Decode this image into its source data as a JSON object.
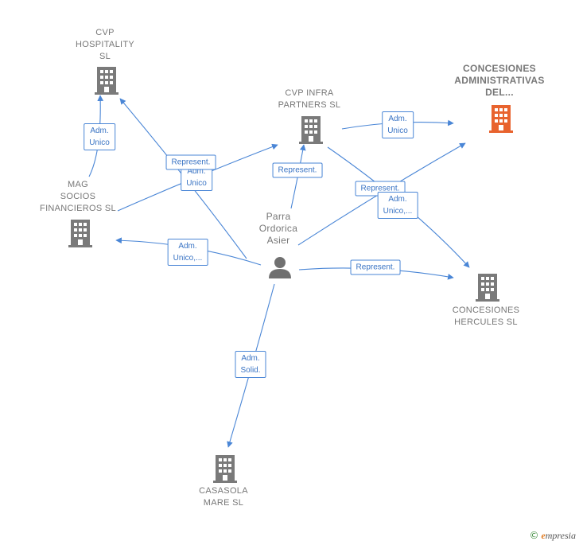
{
  "colors": {
    "edge": "#4a86d6",
    "building": "#7a7a7a",
    "building_highlight": "#e8632e",
    "person": "#707070"
  },
  "nodes": {
    "cvp_hospitality": {
      "lines": [
        "CVP",
        "HOSPITALITY",
        "SL"
      ],
      "icon": "building-icon"
    },
    "cvp_infra": {
      "lines": [
        "CVP INFRA",
        "PARTNERS  SL"
      ],
      "icon": "building-icon"
    },
    "concesiones_admin": {
      "lines": [
        "CONCESIONES",
        "ADMINISTRATIVAS",
        "DEL..."
      ],
      "icon": "building-icon-highlight"
    },
    "mag_socios": {
      "lines": [
        "MAG",
        "SOCIOS",
        "FINANCIEROS SL"
      ],
      "icon": "building-icon"
    },
    "parra": {
      "lines": [
        "Parra",
        "Ordorica",
        "Asier"
      ],
      "icon": "person-icon"
    },
    "concesiones_hercules": {
      "lines": [
        "CONCESIONES",
        "HERCULES  SL"
      ],
      "icon": "building-icon"
    },
    "casasola": {
      "lines": [
        "CASASOLA",
        "MARE  SL"
      ],
      "icon": "building-icon"
    }
  },
  "edge_labels": {
    "mag_to_hosp": [
      "Adm.",
      "Unico"
    ],
    "parra_to_hosp": [
      "Represent."
    ],
    "mag_to_infra": [
      "Adm.",
      "Unico"
    ],
    "parra_to_infra": [
      "Represent."
    ],
    "infra_to_admin": [
      "Adm.",
      "Unico"
    ],
    "infra_to_hercules": [
      "Represent."
    ],
    "parra_to_admin": [
      "Adm.",
      "Unico,..."
    ],
    "parra_to_mag": [
      "Adm.",
      "Unico,..."
    ],
    "parra_to_hercules": [
      "Represent."
    ],
    "parra_to_casasola": [
      "Adm.",
      "Solid."
    ]
  },
  "footer": {
    "copyright": "©",
    "brand_e": "e",
    "brand_rest": "mpresia"
  }
}
